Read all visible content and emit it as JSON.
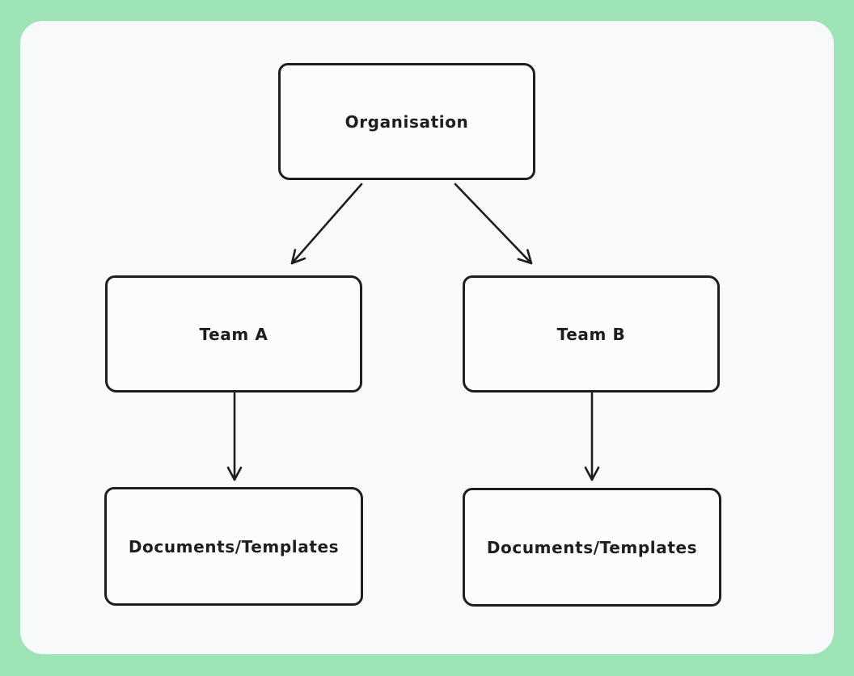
{
  "app": {
    "description": "Hand-drawn style org chart on a whiteboard canvas"
  },
  "colors": {
    "canvas_background": "#9ee4b6",
    "board_background": "#f8f9fb",
    "node_fill": "#fcfcfd",
    "stroke": "#1e1e1e",
    "text": "#1e1e1e"
  },
  "diagram": {
    "nodes": [
      {
        "id": "organisation",
        "label": "Organisation"
      },
      {
        "id": "team-a",
        "label": "Team A"
      },
      {
        "id": "team-b",
        "label": "Team B"
      },
      {
        "id": "docs-a",
        "label": "Documents/Templates"
      },
      {
        "id": "docs-b",
        "label": "Documents/Templates"
      }
    ],
    "edges": [
      {
        "from": "organisation",
        "to": "team-a",
        "style": "arrow"
      },
      {
        "from": "organisation",
        "to": "team-b",
        "style": "arrow"
      },
      {
        "from": "team-a",
        "to": "docs-a",
        "style": "arrow"
      },
      {
        "from": "team-b",
        "to": "docs-b",
        "style": "arrow"
      }
    ]
  }
}
